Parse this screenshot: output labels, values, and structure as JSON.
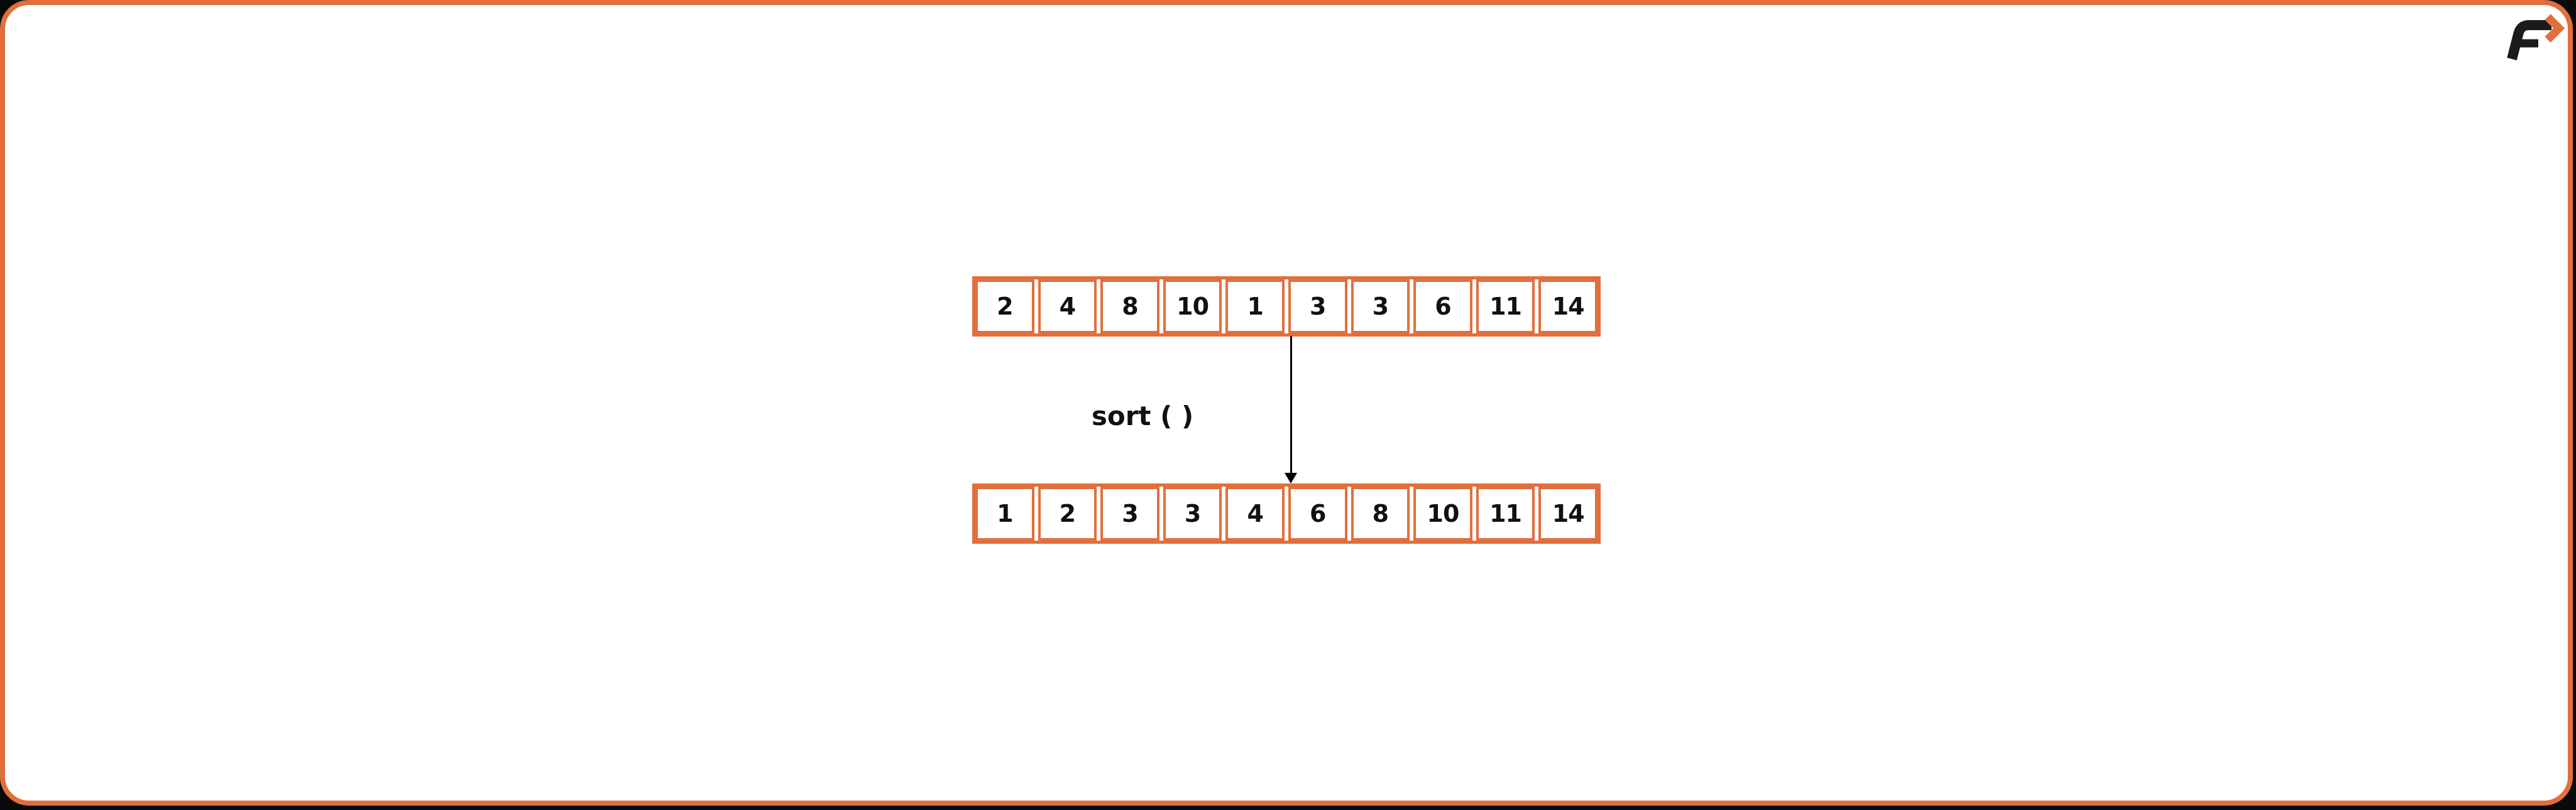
{
  "canvas": {
    "outside_bg": "#0a0a0a",
    "card_bg": "#ffffff",
    "border_color": "#e06f3d"
  },
  "logo": {
    "letter": "F",
    "letter_color": "#1b1b1b",
    "chevron_color": "#e06f3d"
  },
  "diagram": {
    "label": "sort ( )",
    "text_color": "#111111",
    "cell_border_color": "#e06f3d",
    "top_array": {
      "values": [
        "2",
        "4",
        "8",
        "10",
        "1",
        "3",
        "3",
        "6",
        "11",
        "14"
      ]
    },
    "bottom_array": {
      "values": [
        "1",
        "2",
        "3",
        "3",
        "4",
        "6",
        "8",
        "10",
        "11",
        "14"
      ]
    }
  }
}
